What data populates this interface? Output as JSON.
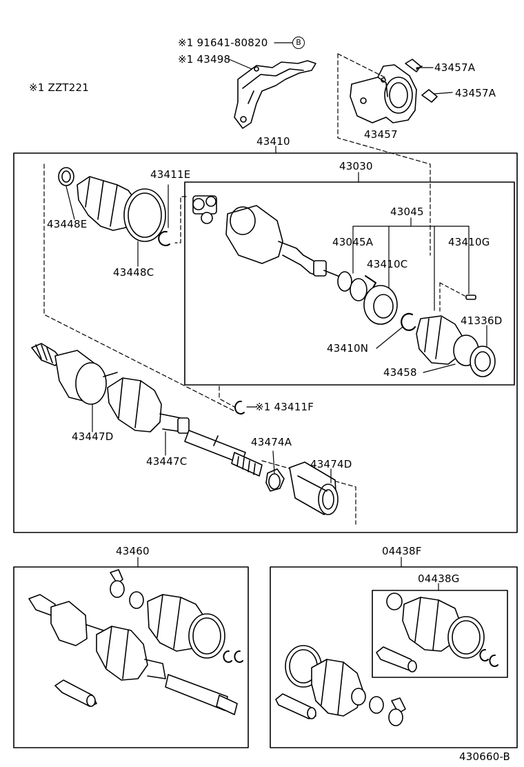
{
  "labels": {
    "note_engine": "※1 ZZT221",
    "bolt_91641": "※1 91641-80820",
    "circle_b": "B",
    "bracket_43498": "※1 43498",
    "bolt_43457a_top": "43457A",
    "bolt_43457a_mid": "43457A",
    "bearing_43457": "43457",
    "shaft_assy_43410": "43410",
    "inboard_43030": "43030",
    "clamp_43411e": "43411E",
    "clamp_43448e": "43448E",
    "boot_43448c": "43448C",
    "group_43045": "43045",
    "part_43045a": "43045A",
    "part_43410g": "43410G",
    "part_43410c": "43410C",
    "part_41336d": "41336D",
    "snap_43410n": "43410N",
    "boot_43458": "43458",
    "ring_43411f": "※1 43411F",
    "clamp_43447d": "43447D",
    "boot_43447c": "43447C",
    "clamp_43474a": "43474A",
    "damper_43474d": "43474D",
    "kit_43460": "43460",
    "kit_04438f": "04438F",
    "kit_04438g": "04438G",
    "diagram_code": "430660-B"
  }
}
